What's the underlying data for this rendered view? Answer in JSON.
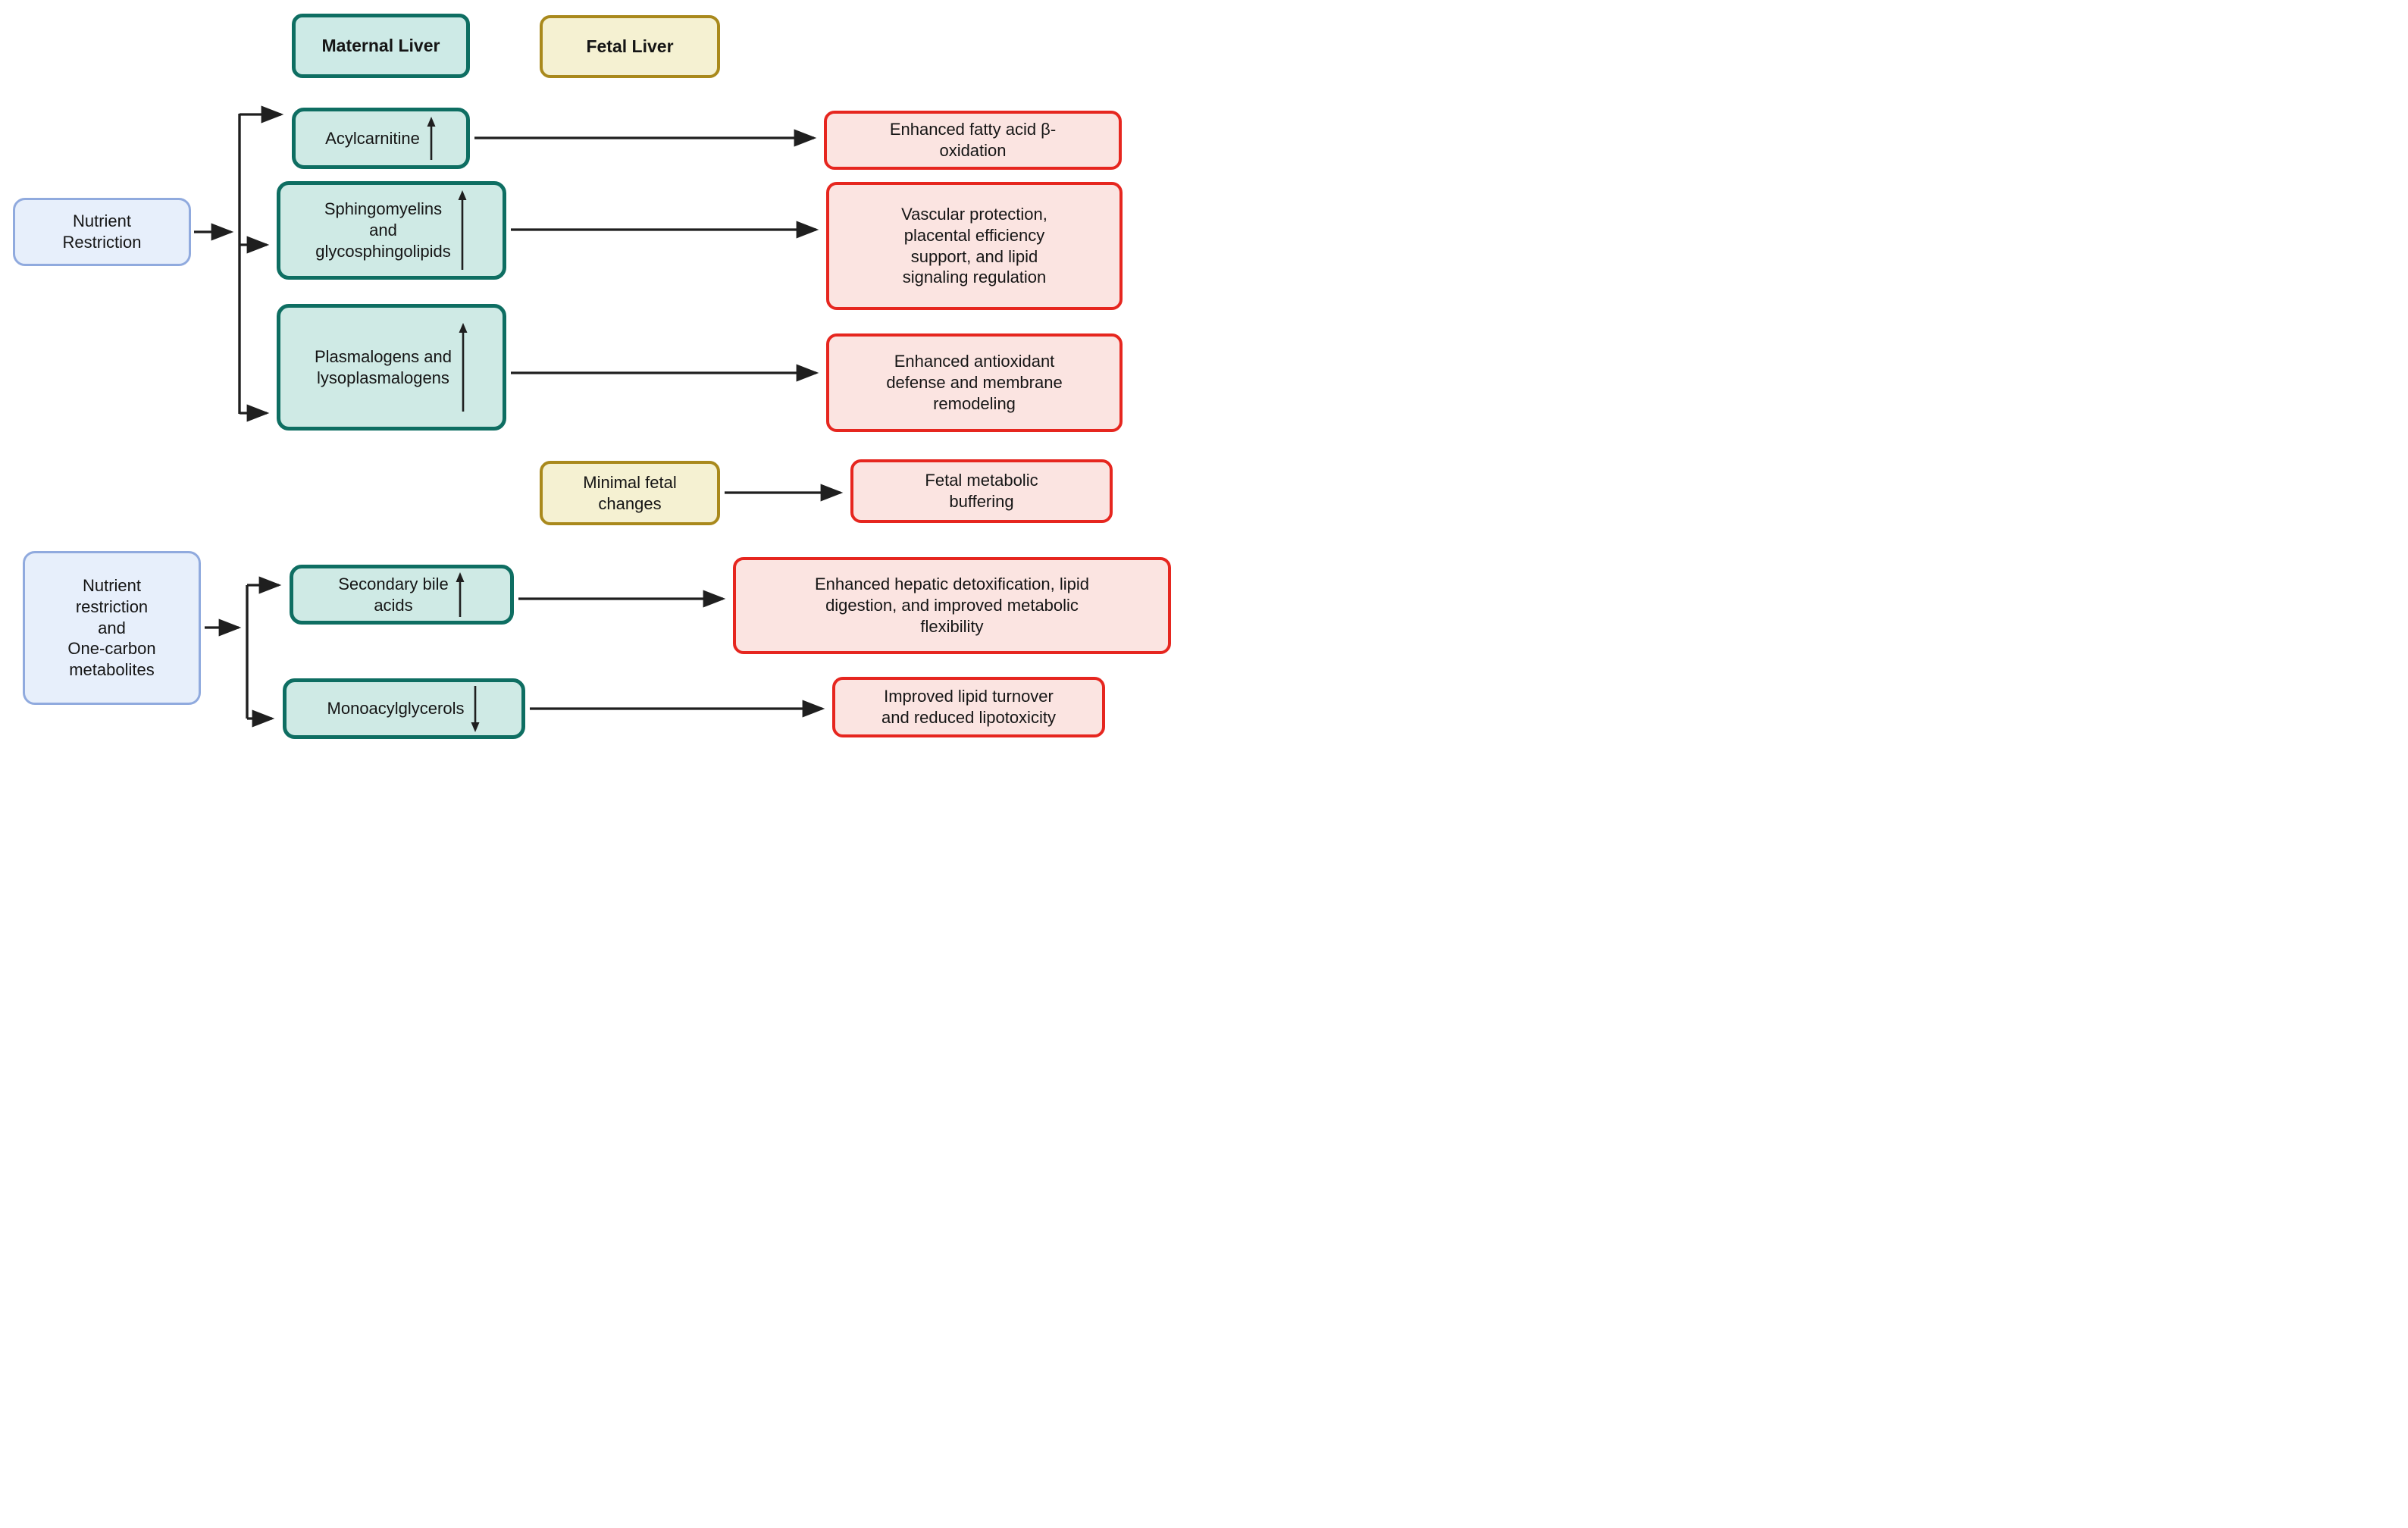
{
  "colors": {
    "teal_fill": "#cfeae5",
    "teal_border": "#0e6e62",
    "gold_fill": "#f5f1d2",
    "gold_border": "#a9891c",
    "blue_fill": "#e7effb",
    "blue_border": "#90aade",
    "pink_fill": "#fbe4e1",
    "pink_border": "#e6261f",
    "arrow": "#1f1f1f",
    "text": "#151515"
  },
  "diagram": {
    "headers": {
      "maternal": {
        "label": "Maternal Liver"
      },
      "fetal": {
        "label": "Fetal Liver"
      }
    },
    "sources": {
      "nutrient_restriction": {
        "label": "Nutrient\nRestriction"
      },
      "nutrient_onecarbon": {
        "label": "Nutrient\nrestriction\nand\nOne-carbon\nmetabolites"
      }
    },
    "metabolites": {
      "acylcarnitine": {
        "label": "Acylcarnitine",
        "trend": "up"
      },
      "sphingomyelins": {
        "label": "Sphingomyelins\nand\nglycosphingolipids",
        "trend": "up"
      },
      "plasmalogens": {
        "label": "Plasmalogens and\nlysoplasmalogens",
        "trend": "up"
      },
      "secondary_bile_acids": {
        "label": "Secondary bile\nacids",
        "trend": "up"
      },
      "monoacylglycerols": {
        "label": "Monoacylglycerols",
        "trend": "down"
      }
    },
    "fetal_note": {
      "label": "Minimal fetal\nchanges"
    },
    "outcomes": {
      "beta_oxidation": {
        "label": "Enhanced fatty acid β-\noxidation"
      },
      "vascular": {
        "label": "Vascular protection,\nplacental efficiency\nsupport, and lipid\nsignaling regulation"
      },
      "antioxidant": {
        "label": "Enhanced antioxidant\ndefense and membrane\nremodeling"
      },
      "buffering": {
        "label": "Fetal metabolic\nbuffering"
      },
      "detox": {
        "label": "Enhanced hepatic detoxification, lipid\ndigestion, and improved metabolic\nflexibility"
      },
      "lipid_turnover": {
        "label": "Improved lipid turnover\nand reduced lipotoxicity"
      }
    }
  }
}
